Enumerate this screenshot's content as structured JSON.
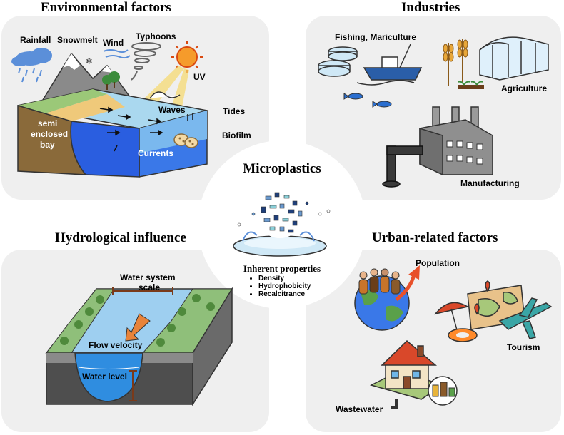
{
  "panels": {
    "environmental": {
      "title": "Environmental factors",
      "labels": {
        "rainfall": "Rainfall",
        "snowmelt": "Snowmelt",
        "wind": "Wind",
        "typhoons": "Typhoons",
        "uv": "UV",
        "waves": "Waves",
        "tides": "Tides",
        "bay_line1": "semi",
        "bay_line2": "enclosed",
        "bay_line3": "bay",
        "biofilm": "Biofilm",
        "currents": "Currents"
      }
    },
    "industries": {
      "title": "Industries",
      "labels": {
        "fishing": "Fishing, Mariculture",
        "agriculture": "Agriculture",
        "manufacturing": "Manufacturing"
      }
    },
    "hydrological": {
      "title": "Hydrological influence",
      "labels": {
        "scale_line1": "Water system",
        "scale_line2": "scale",
        "flow_velocity": "Flow velocity",
        "water_level": "Water level"
      }
    },
    "urban": {
      "title": "Urban-related factors",
      "labels": {
        "population": "Population",
        "tourism": "Tourism",
        "wastewater": "Wastewater"
      }
    }
  },
  "center": {
    "title": "Microplastics",
    "properties_title": "Inherent properties",
    "properties": [
      "Density",
      "Hydrophobicity",
      "Recalcitrance"
    ]
  },
  "colors": {
    "panel_bg": "#efefef",
    "water_light": "#bfe3f5",
    "water_deep": "#1f4fd8",
    "land": "#8a6a3a",
    "grass": "#8fbf7a"
  }
}
